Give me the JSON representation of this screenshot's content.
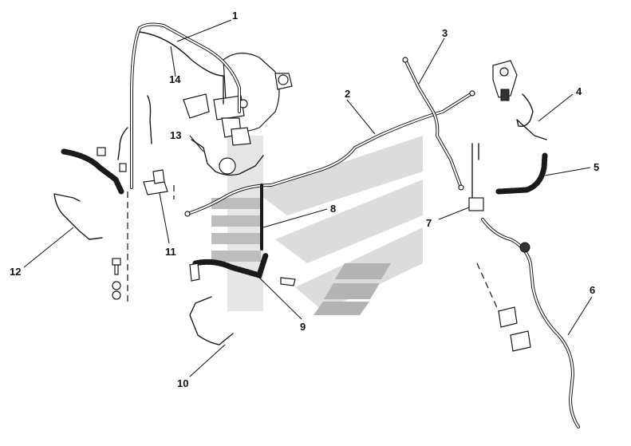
{
  "callouts": [
    {
      "id": "1",
      "label": "1"
    },
    {
      "id": "2",
      "label": "2"
    },
    {
      "id": "3",
      "label": "3"
    },
    {
      "id": "4",
      "label": "4"
    },
    {
      "id": "5",
      "label": "5"
    },
    {
      "id": "6",
      "label": "6"
    },
    {
      "id": "7",
      "label": "7"
    },
    {
      "id": "8",
      "label": "8"
    },
    {
      "id": "9",
      "label": "9"
    },
    {
      "id": "10",
      "label": "10"
    },
    {
      "id": "11",
      "label": "11"
    },
    {
      "id": "12",
      "label": "12"
    },
    {
      "id": "13",
      "label": "13"
    },
    {
      "id": "14",
      "label": "14"
    }
  ],
  "colors": {
    "ink": "#1a1a1a",
    "watermark": "#d9d9d9",
    "watermark_dark": "#b3b3b3",
    "background": "#ffffff"
  },
  "icons": [
    "brake-master-cylinder-icon",
    "abs-valve-icon",
    "watermark-logo-icon"
  ]
}
